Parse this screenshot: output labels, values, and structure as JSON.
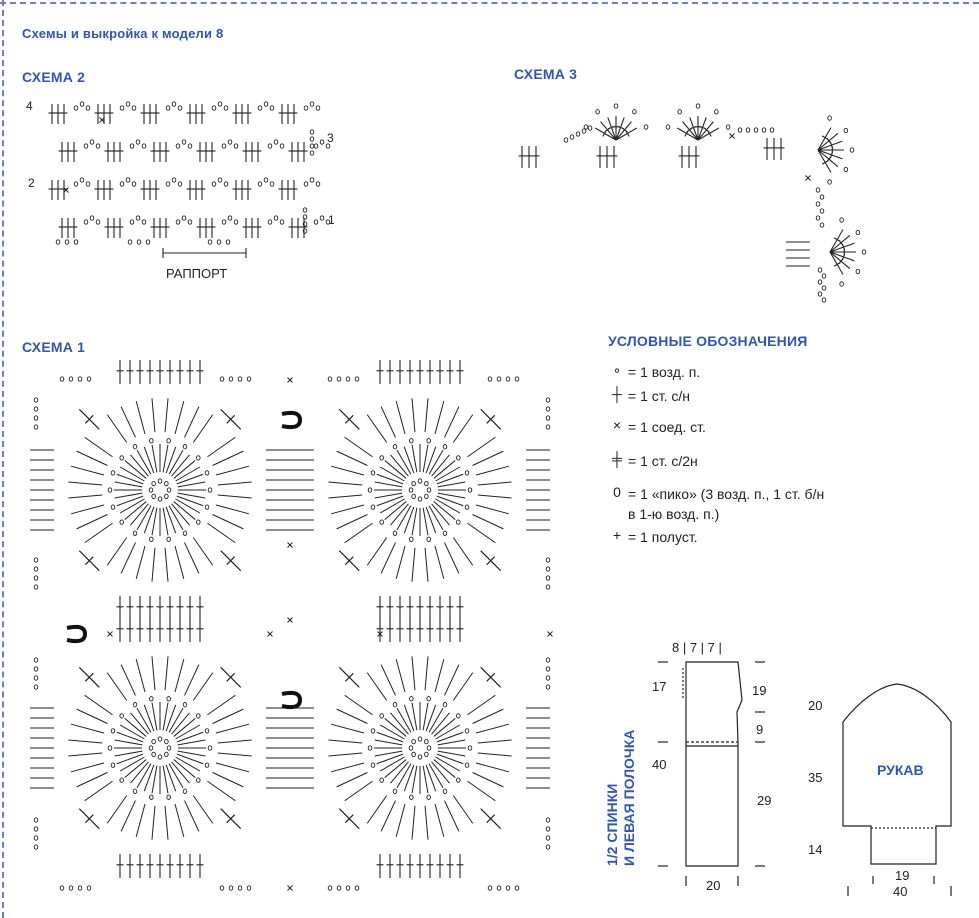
{
  "page": {
    "title": "Схемы и выкройка к модели 8"
  },
  "scheme2": {
    "title": "СХЕМА 2",
    "rows": [
      "4",
      "3",
      "2",
      "1"
    ],
    "repeat_label": "РАППОРТ"
  },
  "scheme3": {
    "title": "СХЕМА 3"
  },
  "scheme1": {
    "title": "СХЕМА 1"
  },
  "legend": {
    "title": "УСЛОВНЫЕ ОБОЗНАЧЕНИЯ",
    "items": [
      {
        "symbol": "∘",
        "text": "= 1 возд. п."
      },
      {
        "symbol": "┼",
        "text": "= 1 ст. с/н"
      },
      {
        "symbol": "×",
        "text": "= 1 соед. ст."
      },
      {
        "symbol": "╪",
        "text": "= 1 ст. с/2н"
      },
      {
        "symbol": "0",
        "text": "= 1 «пико» (3 возд. п., 1 ст. б/н\nв 1-ю возд. п.)"
      },
      {
        "symbol": "+",
        "text": "= 1 полуст."
      }
    ]
  },
  "pattern_back": {
    "label_line1": "1/2 СПИНКИ",
    "label_line2": "И ЛЕВАЯ ПОЛОЧКА",
    "top_dims": "8 | 7 | 7 |",
    "left_top": "17",
    "left_main": "40",
    "right_top": "19",
    "right_mid": "9",
    "right_main": "29",
    "bottom": "20"
  },
  "pattern_sleeve": {
    "label": "РУКАВ",
    "left_top": "20",
    "left_mid": "35",
    "left_bottom": "14",
    "bottom_inner": "19",
    "bottom_outer": "40"
  }
}
